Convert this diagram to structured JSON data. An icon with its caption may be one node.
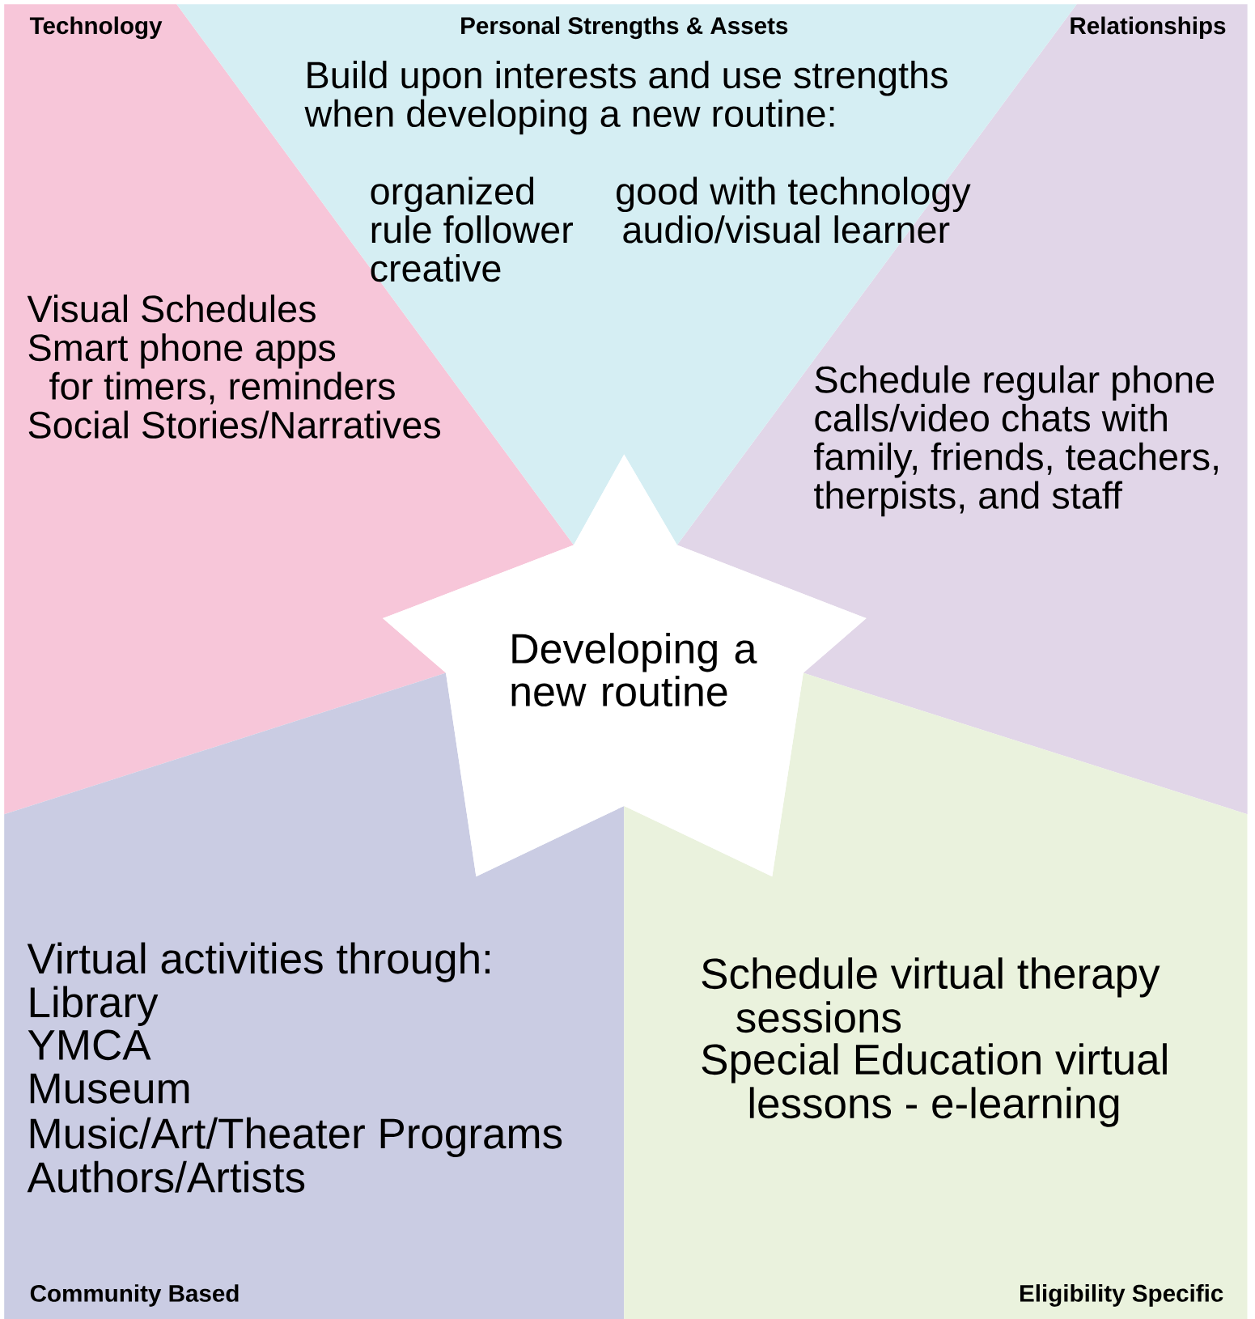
{
  "diagram": {
    "nodes": [
      {
        "text": [
          "Personal Strengths & Assets",
          "Build upon interests and use strengths when developing a new routine:",
          "organized rule follower creative",
          "good with technology audio/visual learner"
        ]
      },
      {
        "text": [
          "Technology",
          "Visual Schedules",
          "Smart phone apps for timers, reminders",
          "Social Stories/Narratives"
        ]
      },
      {
        "text": [
          "Relationships",
          "Schedule regular phone calls/video chats with family, friends, teachers, therpists, and staff"
        ]
      },
      {
        "text": [
          "Developing a new routine"
        ]
      },
      {
        "text": [
          "Virtual activities through:",
          "Library",
          "YMCA",
          "Museum",
          "Music/Art/Theater Programs",
          "Authors/Artists",
          "Community Based"
        ]
      },
      {
        "text": [
          "Schedule virtual therapy sessions",
          "Special Education virtual lessons - e-learning",
          "Eligibility Specific"
        ]
      }
    ]
  }
}
